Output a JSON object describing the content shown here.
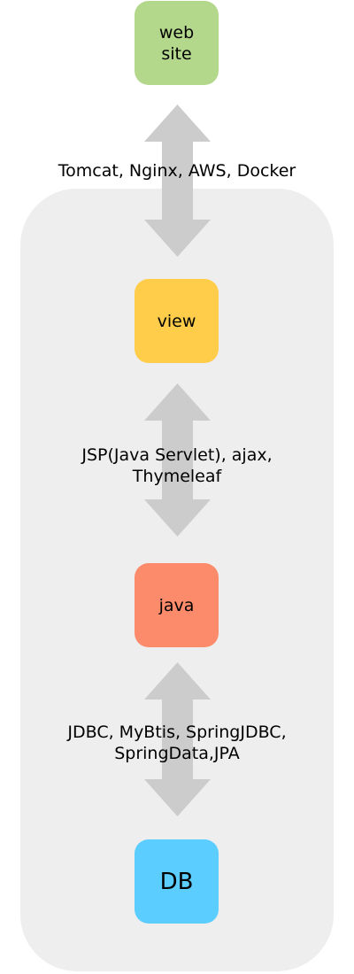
{
  "nodes": [
    {
      "id": "website",
      "label": "web\nsite",
      "color": "#b3d88c"
    },
    {
      "id": "view",
      "label": "view",
      "color": "#ffcd4a"
    },
    {
      "id": "java",
      "label": "java",
      "color": "#fc8b6b"
    },
    {
      "id": "db",
      "label": "DB",
      "color": "#5bcdff"
    }
  ],
  "edges": [
    {
      "from": "website",
      "to": "view",
      "label": "Tomcat,  Nginx, AWS, Docker"
    },
    {
      "from": "view",
      "to": "java",
      "label": "JSP(Java Servlet), ajax,\nThymeleaf"
    },
    {
      "from": "java",
      "to": "db",
      "label": "JDBC, MyBtis, SpringJDBC,\nSpringData,JPA"
    }
  ],
  "colors": {
    "group_background": "#eeeeee",
    "arrow": "#cccccc"
  }
}
